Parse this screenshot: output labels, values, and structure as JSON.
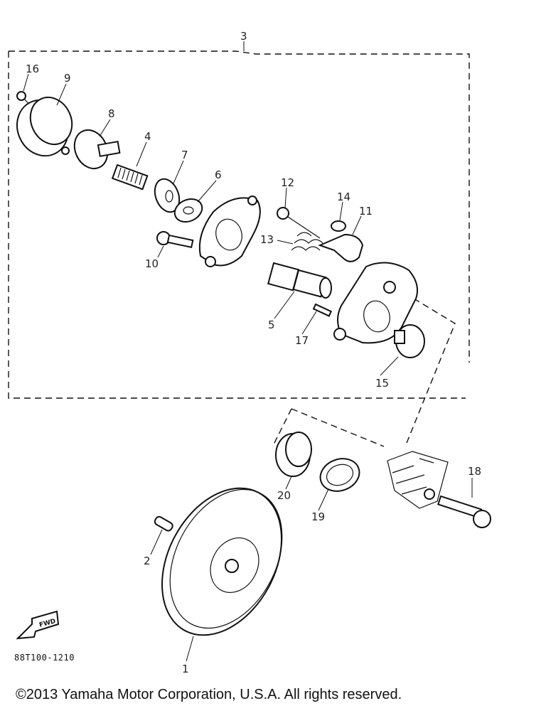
{
  "diagram": {
    "callouts": {
      "c1": "1",
      "c2": "2",
      "c3": "3",
      "c4": "4",
      "c5": "5",
      "c6": "6",
      "c7": "7",
      "c8": "8",
      "c9": "9",
      "c10": "10",
      "c11": "11",
      "c12": "12",
      "c13": "13",
      "c14": "14",
      "c15": "15",
      "c16": "16",
      "c17": "17",
      "c18": "18",
      "c19": "19",
      "c20": "20"
    },
    "fwd_label": "FWD",
    "catalog_code": "88T100-1210"
  },
  "footer": {
    "copyright": "©2013 Yamaha Motor Corporation, U.S.A. All rights reserved."
  }
}
